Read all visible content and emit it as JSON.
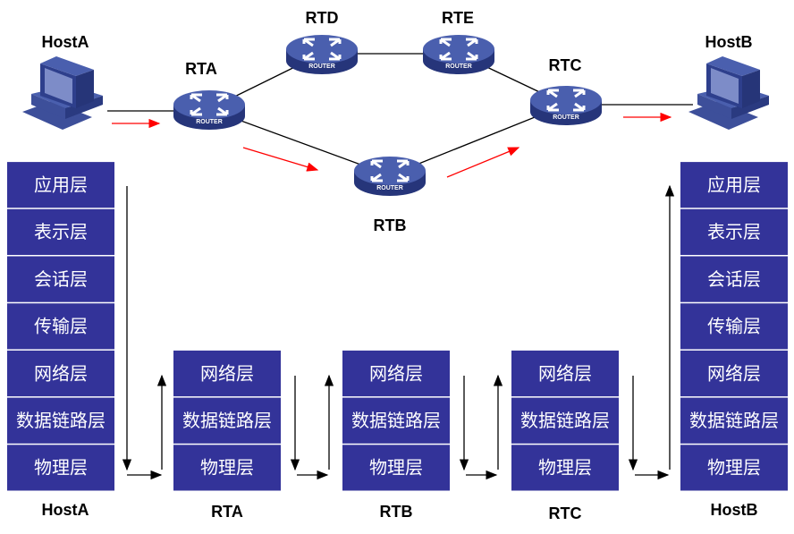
{
  "colors": {
    "layer_fill": "#333399",
    "device_blue": "#4a5fae",
    "flow_arrow": "#ff0000"
  },
  "topology": {
    "hosts": [
      {
        "id": "hosta",
        "label": "HostA"
      },
      {
        "id": "hostb",
        "label": "HostB"
      }
    ],
    "routers": [
      {
        "id": "rta",
        "label": "RTA",
        "badge": "ROUTER"
      },
      {
        "id": "rtd",
        "label": "RTD",
        "badge": "ROUTER"
      },
      {
        "id": "rte",
        "label": "RTE",
        "badge": "ROUTER"
      },
      {
        "id": "rtc",
        "label": "RTC",
        "badge": "ROUTER"
      },
      {
        "id": "rtb",
        "label": "RTB",
        "badge": "ROUTER"
      }
    ],
    "links": [
      [
        "hosta",
        "rta"
      ],
      [
        "rta",
        "rtd"
      ],
      [
        "rtd",
        "rte"
      ],
      [
        "rte",
        "rtc"
      ],
      [
        "rta",
        "rtb"
      ],
      [
        "rtb",
        "rtc"
      ],
      [
        "rtc",
        "hostb"
      ]
    ],
    "flow_path": [
      "hosta",
      "rta",
      "rtb",
      "rtc",
      "hostb"
    ]
  },
  "stacks": [
    {
      "label": "HostA",
      "layers": [
        "应用层",
        "表示层",
        "会话层",
        "传输层",
        "网络层",
        "数据链路层",
        "物理层"
      ]
    },
    {
      "label": "RTA",
      "layers": [
        "网络层",
        "数据链路层",
        "物理层"
      ]
    },
    {
      "label": "RTB",
      "layers": [
        "网络层",
        "数据链路层",
        "物理层"
      ]
    },
    {
      "label": "RTC",
      "layers": [
        "网络层",
        "数据链路层",
        "物理层"
      ]
    },
    {
      "label": "HostB",
      "layers": [
        "应用层",
        "表示层",
        "会话层",
        "传输层",
        "网络层",
        "数据链路层",
        "物理层"
      ]
    }
  ]
}
